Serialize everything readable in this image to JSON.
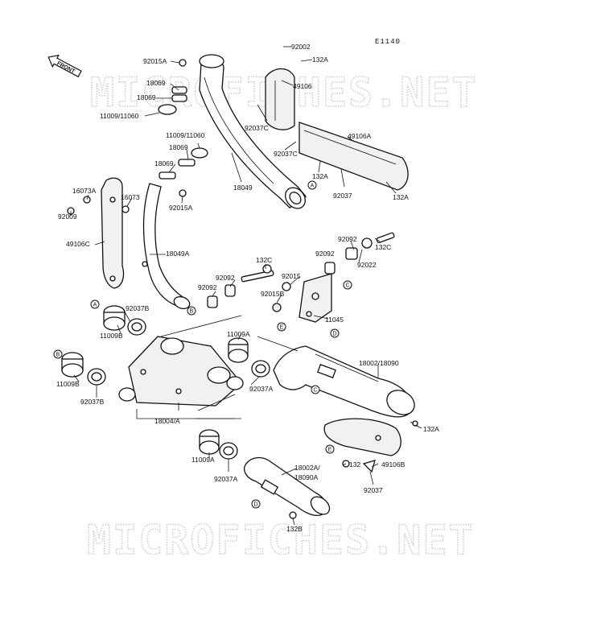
{
  "diagram_code": "E1140",
  "front_label": "FRONT",
  "watermarks": [
    "MICROFICHES.NET",
    "MICROFICHES.NET"
  ],
  "labels": {
    "p92002": "92002",
    "p132A_1": "132A",
    "p49106": "49106",
    "p92037C_1": "92037C",
    "p92015A_1": "92015A",
    "p18069_1": "18069",
    "p18069_2": "18069",
    "p11009_11060_1": "11009/11060",
    "p11009_11060_2": "11009/11060",
    "p18069_3": "18069",
    "p18069_4": "18069",
    "p92015A_2": "92015A",
    "p18049": "18049",
    "p49106A": "49106A",
    "p92037C_2": "92037C",
    "p132A_2": "132A",
    "p92037_1": "92037",
    "p132A_3": "132A",
    "p16073A": "16073A",
    "p16073": "16073",
    "p92009": "92009",
    "p49106C": "49106C",
    "p18049A": "18049A",
    "p92092_1": "92092",
    "p92022": "92022",
    "p132C_1": "132C",
    "p132C_2": "132C",
    "p92092_2": "92092",
    "p92092_3": "92092",
    "p92092_4": "92092",
    "p92015": "92015",
    "p92015B": "92015B",
    "p11045": "11045",
    "p92037B_1": "92037B",
    "p11009B_1": "11009B",
    "p11009A_1": "11009A",
    "p18002_18090": "18002/18090",
    "p11009B_2": "11009B",
    "p92037B_2": "92037B",
    "p92037A_1": "92037A",
    "p18004A": "18004/A",
    "p132A_4": "132A",
    "p132": "132",
    "p49106B": "49106B",
    "p92037_2": "92037",
    "p11009A_2": "11009A",
    "p92037A_2": "92037A",
    "p18002A_1": "18002A/",
    "p18002A_2": "18090A",
    "p132B": "132B"
  },
  "refs": [
    "A",
    "B",
    "C",
    "D",
    "E"
  ]
}
